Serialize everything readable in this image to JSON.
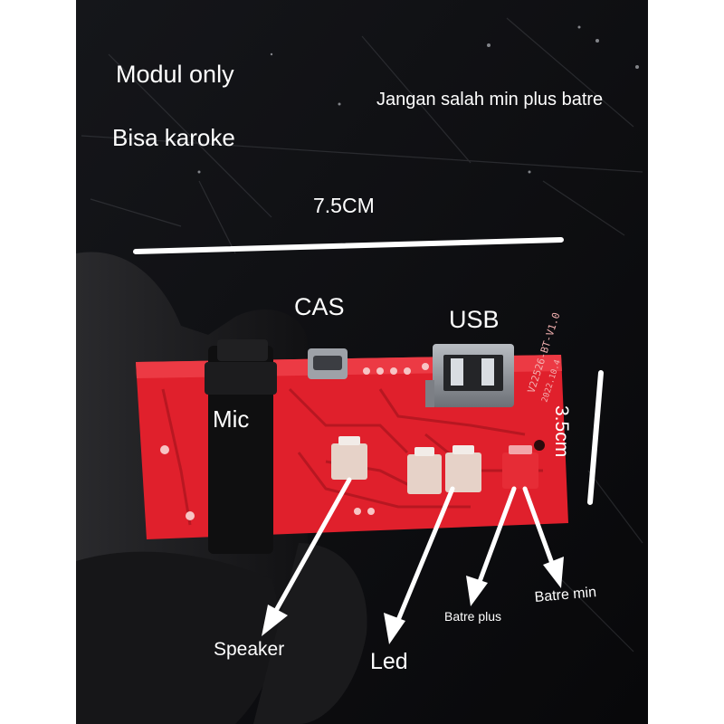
{
  "annotations": {
    "modul_only": "Modul only",
    "bisa_karoke": "Bisa karoke",
    "warning": "Jangan salah min plus batre",
    "width_dim": "7.5CM",
    "height_dim": "3.5cm",
    "cas": "CAS",
    "usb": "USB",
    "mic": "Mic",
    "speaker": "Speaker",
    "led": "Led",
    "batre_plus": "Batre plus",
    "batre_min": "Batre min"
  },
  "pcb": {
    "model": "V22526-BT-V1.0",
    "date": "2022.10.4"
  },
  "colors": {
    "background_left": "#ffffff",
    "background_photo": "#0c0c0e",
    "pcb_red": "#e0202c",
    "pcb_dark_red": "#b01620",
    "glove": "#1c1c1e",
    "jack": "#0f0f10",
    "connector": "#e6d2c8",
    "label_text": "#ffffff",
    "arrow": "#ffffff"
  }
}
